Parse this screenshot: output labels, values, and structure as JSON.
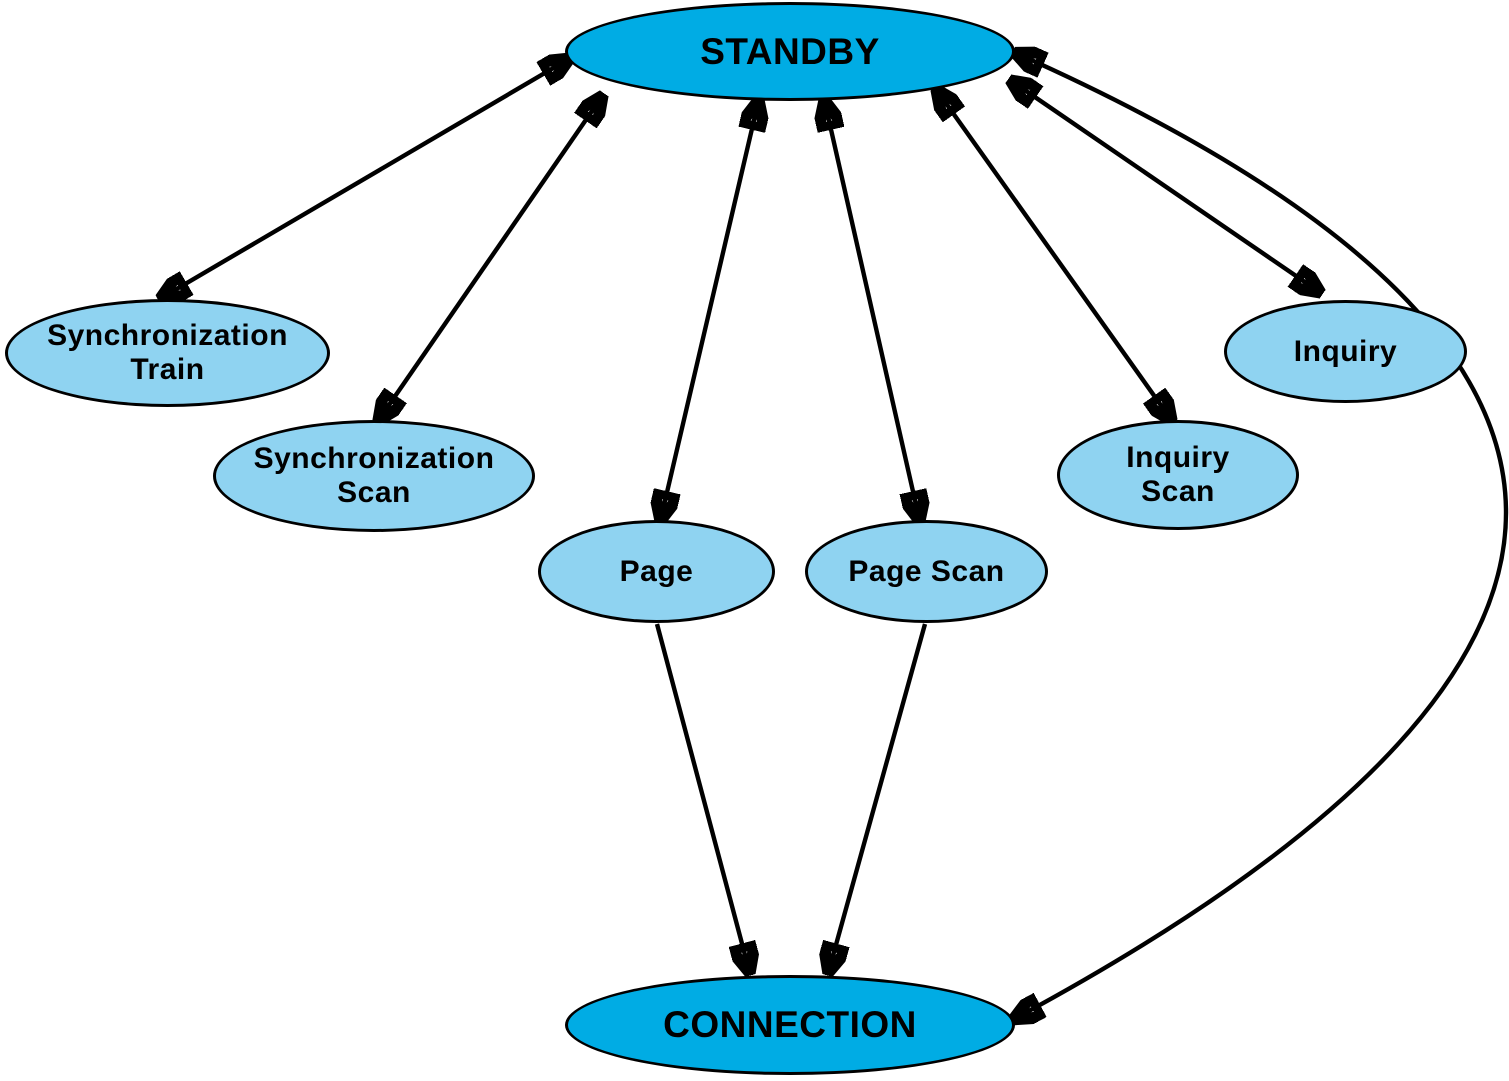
{
  "colors": {
    "major_node_fill": "#00ACE4",
    "minor_node_fill": "#8FD3F1",
    "outline": "#000000",
    "text": "#000000",
    "background": "#FFFFFF"
  },
  "nodes": {
    "standby": {
      "label": "STANDBY"
    },
    "sync_train": {
      "label": "Synchronization\nTrain"
    },
    "sync_scan": {
      "label": "Synchronization\nScan"
    },
    "page": {
      "label": "Page"
    },
    "page_scan": {
      "label": "Page Scan"
    },
    "inquiry_scan": {
      "label": "Inquiry\nScan"
    },
    "inquiry": {
      "label": "Inquiry"
    },
    "connection": {
      "label": "CONNECTION"
    }
  },
  "edges": [
    {
      "from": "STANDBY",
      "to": "Synchronization Train",
      "bidirectional": true,
      "style": "straight"
    },
    {
      "from": "STANDBY",
      "to": "Synchronization Scan",
      "bidirectional": true,
      "style": "straight"
    },
    {
      "from": "STANDBY",
      "to": "Page",
      "bidirectional": true,
      "style": "straight"
    },
    {
      "from": "STANDBY",
      "to": "Page Scan",
      "bidirectional": true,
      "style": "straight"
    },
    {
      "from": "STANDBY",
      "to": "Inquiry Scan",
      "bidirectional": true,
      "style": "straight"
    },
    {
      "from": "STANDBY",
      "to": "Inquiry",
      "bidirectional": true,
      "style": "straight"
    },
    {
      "from": "Page",
      "to": "CONNECTION",
      "bidirectional": false,
      "style": "straight"
    },
    {
      "from": "Page Scan",
      "to": "CONNECTION",
      "bidirectional": false,
      "style": "straight"
    },
    {
      "from": "CONNECTION",
      "to": "STANDBY",
      "bidirectional": true,
      "style": "curved-right"
    }
  ]
}
